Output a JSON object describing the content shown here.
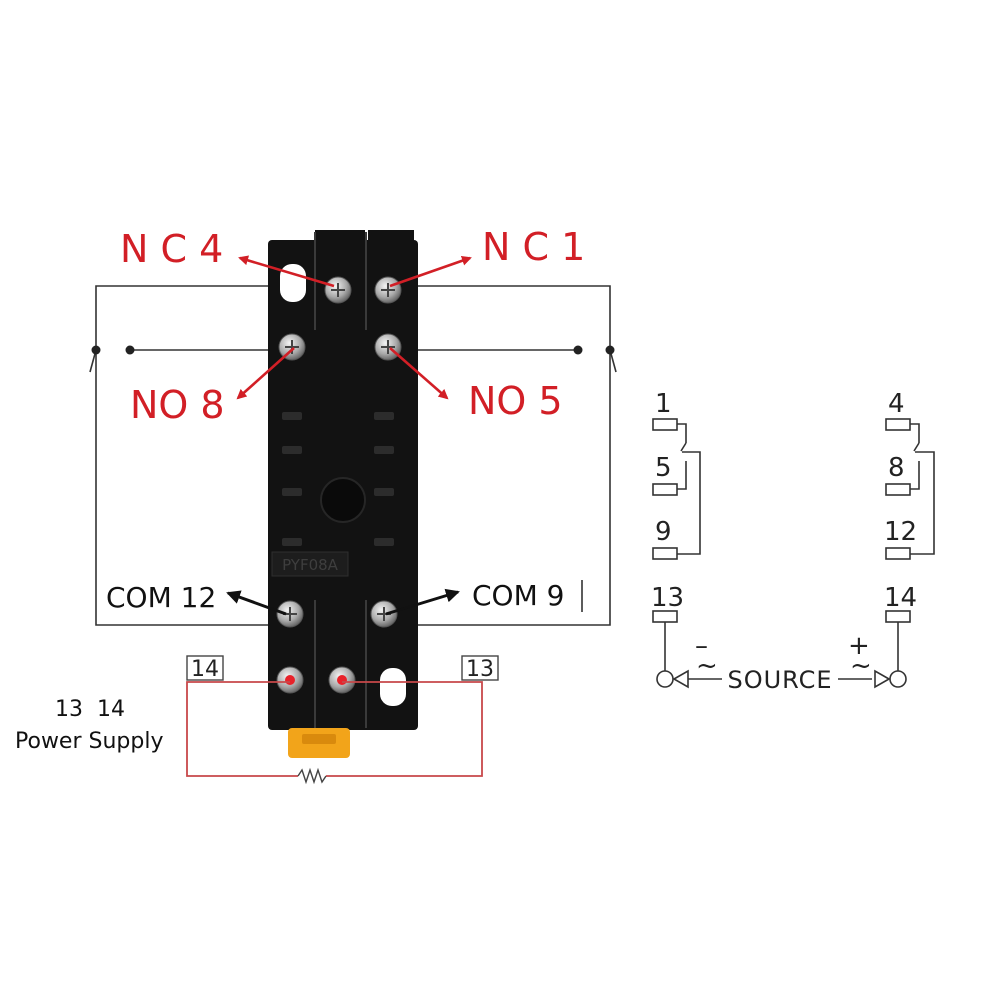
{
  "labels": {
    "nc4": "N C 4",
    "nc1": "N C 1",
    "no8": "NO 8",
    "no5": "NO 5",
    "com12": "COM 12",
    "com9": "COM 9",
    "box14": "14",
    "box13": "13",
    "ps_pins": "13  14",
    "ps_text": "Power Supply",
    "base_marking": "PYF08A"
  },
  "schematic": {
    "left_pins": [
      "1",
      "5",
      "9",
      "13"
    ],
    "right_pins": [
      "4",
      "8",
      "12",
      "14"
    ],
    "minus": "–",
    "plus": "+",
    "tilde": "~",
    "source": "SOURCE"
  },
  "colors": {
    "label_red": "#d21f26",
    "arrow_red": "#d21f26",
    "wire_dark": "#333333",
    "base_body": "#111111"
  }
}
